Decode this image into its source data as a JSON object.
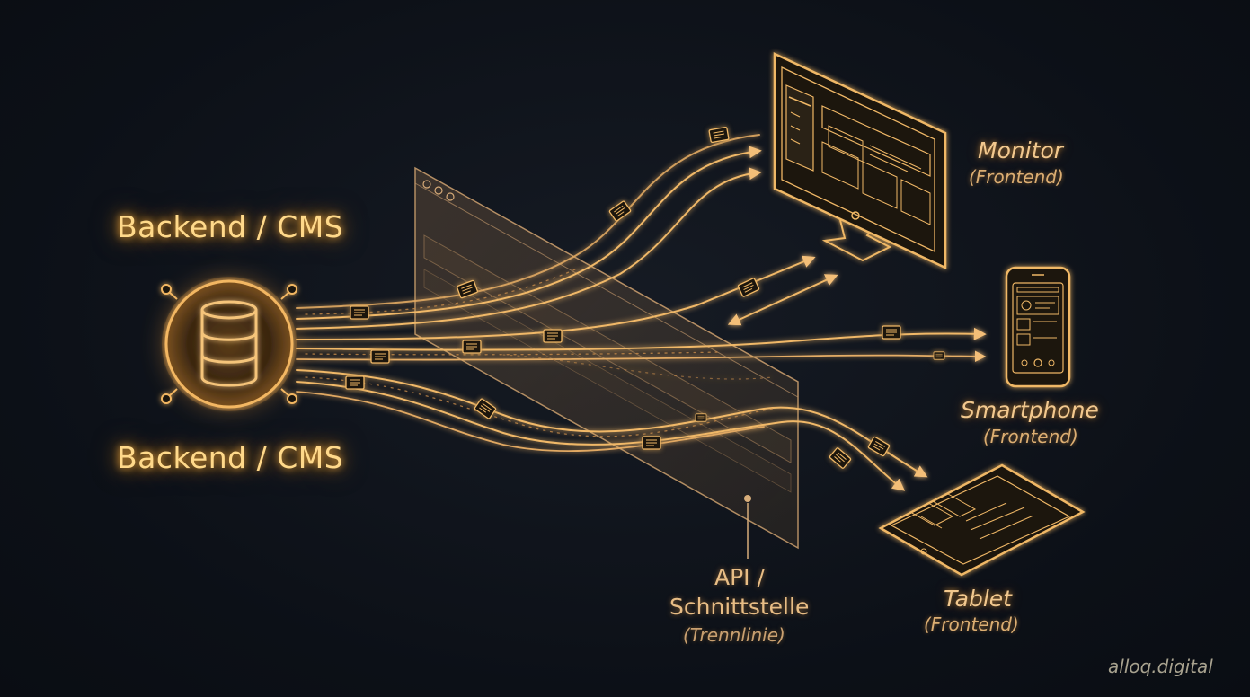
{
  "labels": {
    "backend_top": "Backend / CMS",
    "backend_bottom": "Backend / CMS",
    "monitor": {
      "name": "Monitor",
      "sub": "(Frontend)"
    },
    "smartphone": {
      "name": "Smartphone",
      "sub": "(Frontend)"
    },
    "tablet": {
      "name": "Tablet",
      "sub": "(Frontend)"
    },
    "api": {
      "line1": "API /",
      "line2": "Schnittstelle",
      "sub": "(Trennlinie)"
    }
  },
  "brand": "alloq.digital",
  "icons": {
    "backend": "database-icon",
    "monitor": "monitor-icon",
    "smartphone": "smartphone-icon",
    "tablet": "tablet-icon",
    "api": "browser-window-icon",
    "packets": "document-packet-icon",
    "arrows": "arrow-icon"
  },
  "colors": {
    "background": "#0d1118",
    "accent": "#f0b060",
    "glow": "#e6a23c",
    "text": "#f2c88e"
  }
}
